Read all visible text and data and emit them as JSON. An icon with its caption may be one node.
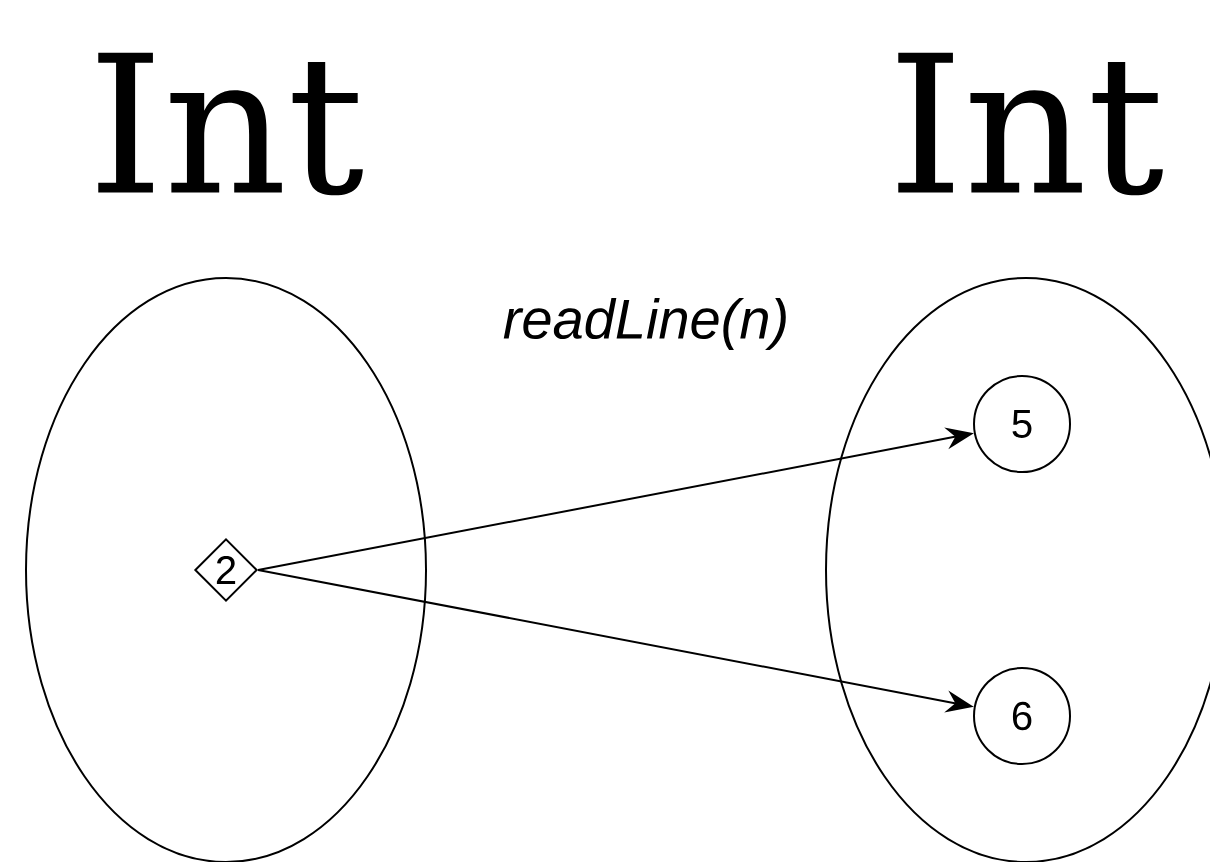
{
  "diagram": {
    "nodes": [
      {
        "text": [
          "Int"
        ]
      },
      {
        "text": [
          "2"
        ],
        "in": 0
      },
      {
        "text": [
          "Int"
        ]
      },
      {
        "text": [
          "5"
        ],
        "in": 2
      },
      {
        "text": [
          "6"
        ],
        "in": 2
      }
    ],
    "edges": [
      {
        "from": 1,
        "to": 3,
        "arrow": "to"
      },
      {
        "from": 1,
        "to": 4,
        "arrow": "to"
      }
    ],
    "labels": [
      "readLine(n)"
    ]
  }
}
